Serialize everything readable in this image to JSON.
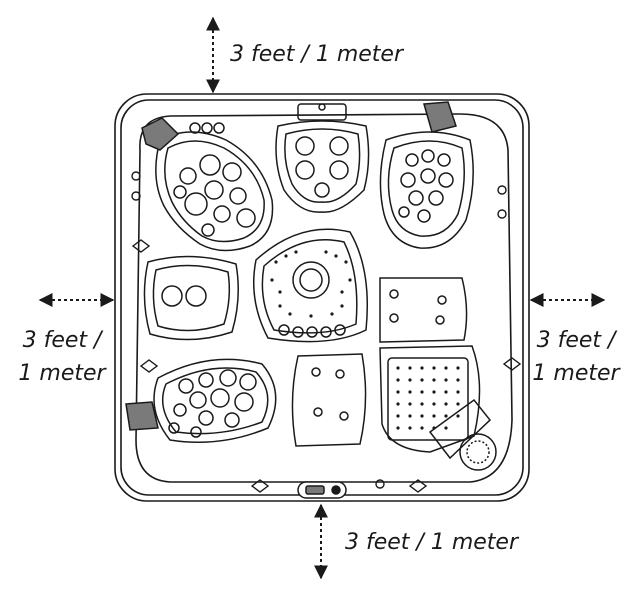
{
  "clearance": {
    "top": "3 feet / 1 meter",
    "bottom": "3 feet / 1 meter",
    "left_line1": "3 feet /",
    "left_line2": "1 meter",
    "right_line1": "3 feet /",
    "right_line2": "1 meter"
  },
  "colors": {
    "stroke": "#1a1a1a",
    "pillow": "#7a7a7a",
    "background": "#ffffff"
  }
}
